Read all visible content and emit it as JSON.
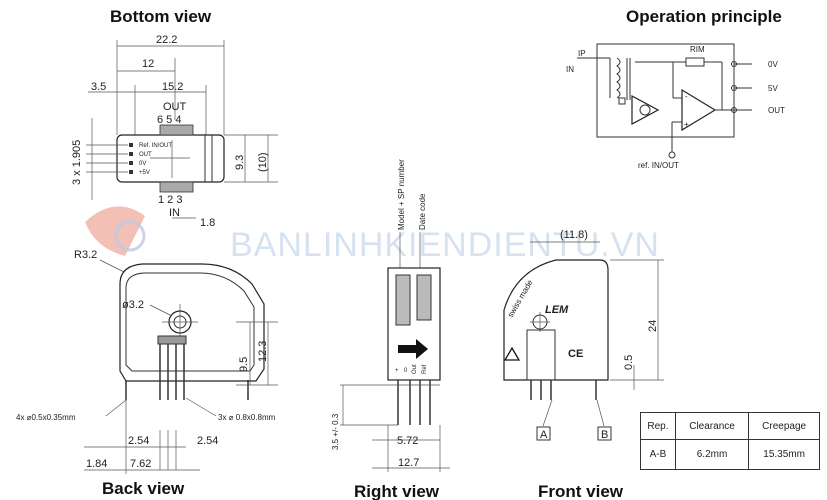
{
  "titles": {
    "bottom": "Bottom view",
    "operation": "Operation principle",
    "back": "Back view",
    "right": "Right view",
    "front": "Front view"
  },
  "watermark": "BANLINHKIENDIENTU.VN",
  "bottom_view": {
    "dims": {
      "w_total": "22.2",
      "w_12": "12",
      "w_15_2": "15.2",
      "w_3_5": "3.5",
      "pitch": "3 x 1.905",
      "h_9_3": "9.3",
      "h_10": "(10)"
    },
    "label_out": "OUT",
    "pins_top": "6 5 4",
    "pins_bottom": "1 2 3",
    "label_in": "IN",
    "pin_labels": [
      "Ref. IN/OUT",
      "OUT",
      "0V",
      "+5V"
    ]
  },
  "operation": {
    "ip": "IP",
    "in": "IN",
    "rim": "RIM",
    "outputs": [
      "0V",
      "5V",
      "OUT"
    ],
    "ref": "ref. IN/OUT",
    "minus": "-",
    "plus": "+"
  },
  "back_view": {
    "dims": {
      "w_1_8": "1.8",
      "r_3_2": "R3.2",
      "d_3_2": "ø3.2",
      "h_9_5": "9.5",
      "h_12_3": "12.3",
      "p_2_54a": "2.54",
      "p_2_54b": "2.54",
      "x_1_84": "1.84",
      "x_7_62": "7.62"
    },
    "note_left": "4x ⌀0.5x0.35mm",
    "note_right": "3x ⌀ 0.8x0.8mm"
  },
  "right_view": {
    "label_model": "Model + SP number",
    "label_date": "Date code",
    "dims": {
      "h_3_5": "3.5 +/- 0.3",
      "w_5_72": "5.72",
      "w_12_7": "12.7"
    },
    "marks": [
      "+",
      "0",
      "Out",
      "Ref"
    ]
  },
  "front_view": {
    "dims": {
      "w_11_8": "(11.8)",
      "h_24": "24",
      "h_0_5": "0.5"
    },
    "brand": "LEM",
    "swiss": "swiss made",
    "ce": "CE",
    "point_a": "A",
    "point_b": "B"
  },
  "spec_table": {
    "headers": [
      "Rep.",
      "Clearance",
      "Creepage"
    ],
    "rows": [
      [
        "A-B",
        "6.2mm",
        "15.35mm"
      ]
    ]
  }
}
